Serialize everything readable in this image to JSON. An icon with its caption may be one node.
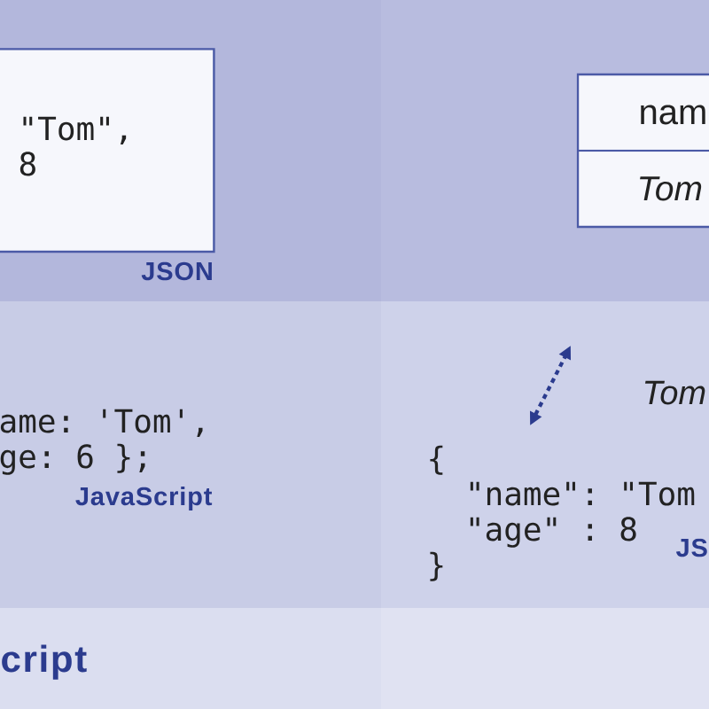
{
  "diagram": {
    "nodes": [
      {
        "text": [
          "\"Tom\",",
          "8"
        ],
        "beside": [
          "JSON"
        ]
      },
      {
        "text": [
          "nam",
          "Tom"
        ]
      }
    ],
    "labels": [
      "ame: 'Tom',",
      "ge: 6 };",
      "JavaScript",
      "Tom",
      "{",
      "\"name\": \"Tom",
      "\"age\" : 8",
      "JS",
      "}",
      "cript"
    ]
  }
}
